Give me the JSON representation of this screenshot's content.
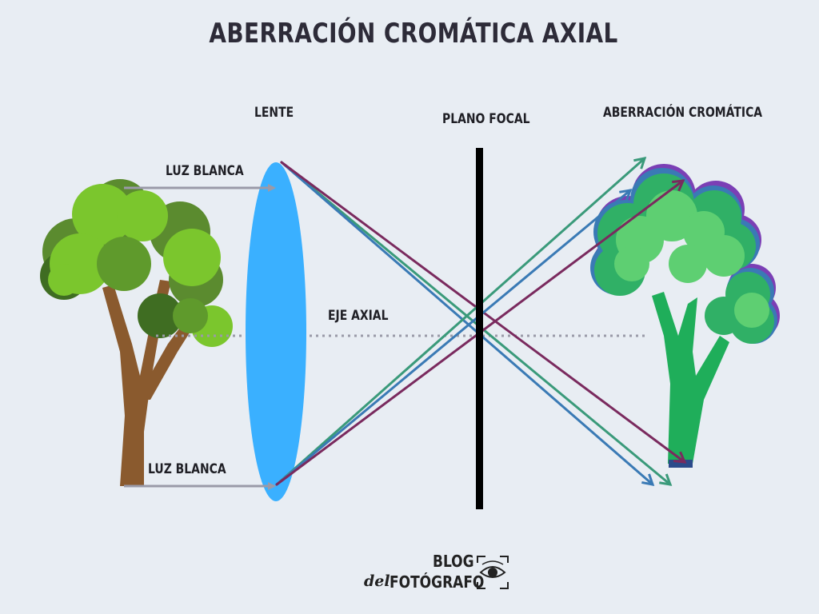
{
  "title": "ABERRACIÓN CROMÁTICA AXIAL",
  "labels": {
    "lente": "LENTE",
    "plano_focal": "PLANO FOCAL",
    "aberracion": "ABERRACIÓN CROMÁTICA",
    "luz_blanca_top": "LUZ BLANCA",
    "luz_blanca_bottom": "LUZ BLANCA",
    "eje_axial": "EJE AXIAL"
  },
  "logo": {
    "blog": "BLOG",
    "del": "del",
    "fotografo": "FOTÓGRAFO"
  },
  "colors": {
    "background": "#e8edf3",
    "lens": "#3ab0ff",
    "ray_green": "#3a9a7a",
    "ray_blue": "#3a7ab5",
    "ray_purple": "#7a2a5e",
    "white_light": "#9a9aa8",
    "focal_plane": "#000000"
  }
}
